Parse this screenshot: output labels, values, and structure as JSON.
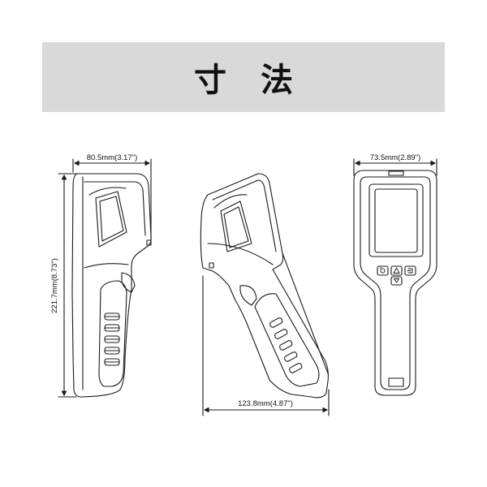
{
  "title": "寸 法",
  "dimensions": {
    "side_width": "80.5mm(3.17\")",
    "height": "221.7mm(8.73\")",
    "depth": "123.8mm(4.87\")",
    "front_width": "73.5mm(2.89\")"
  },
  "colors": {
    "banner": "#d9d9d9",
    "line": "#1a1a1a"
  },
  "button_icons": [
    "camera-icon",
    "warning-icon",
    "exit-icon",
    "down-arrow-icon"
  ]
}
